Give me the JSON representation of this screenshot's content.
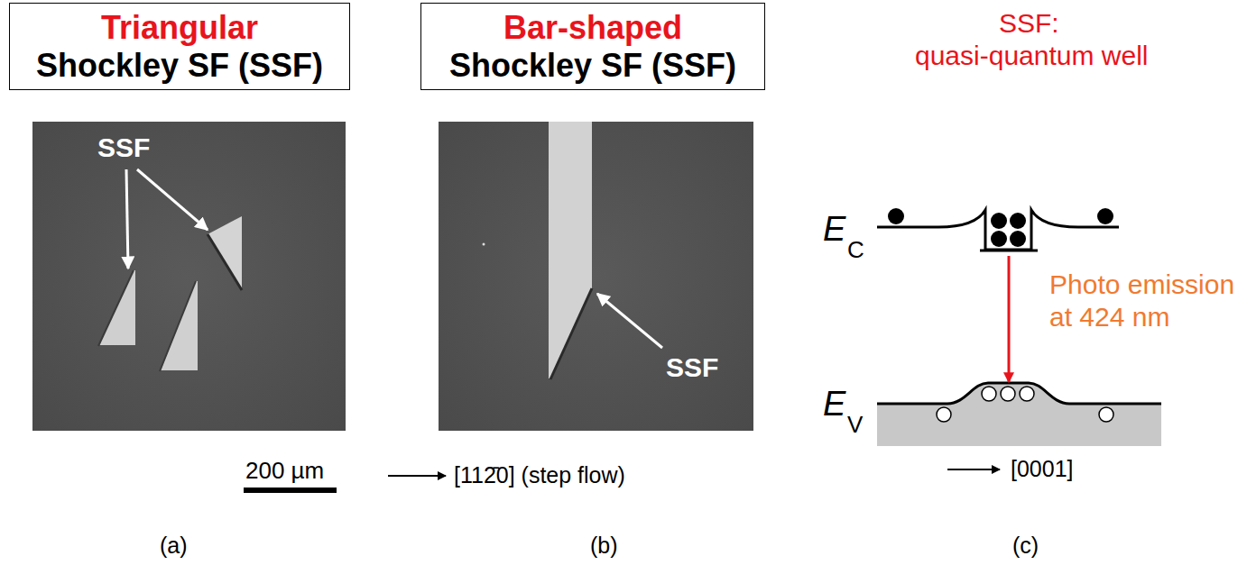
{
  "diagram": {
    "nodes": [
      {
        "text": [
          "Triangular",
          "Shockley SF (SSF)"
        ]
      },
      {
        "text": [
          "Bar-shaped",
          "Shockley SF (SSF)"
        ]
      },
      {
        "text": [
          "SSF"
        ]
      },
      {
        "text": [
          "SSF"
        ]
      }
    ],
    "labels": [
      "SSF:",
      "quasi-quantum well",
      "E",
      "C",
      "Photo emission at 424 nm",
      "E",
      "V",
      "[0001]",
      "200 µm",
      "[112̄0] (step flow)",
      "(a)",
      "(b)",
      "(c)"
    ]
  }
}
